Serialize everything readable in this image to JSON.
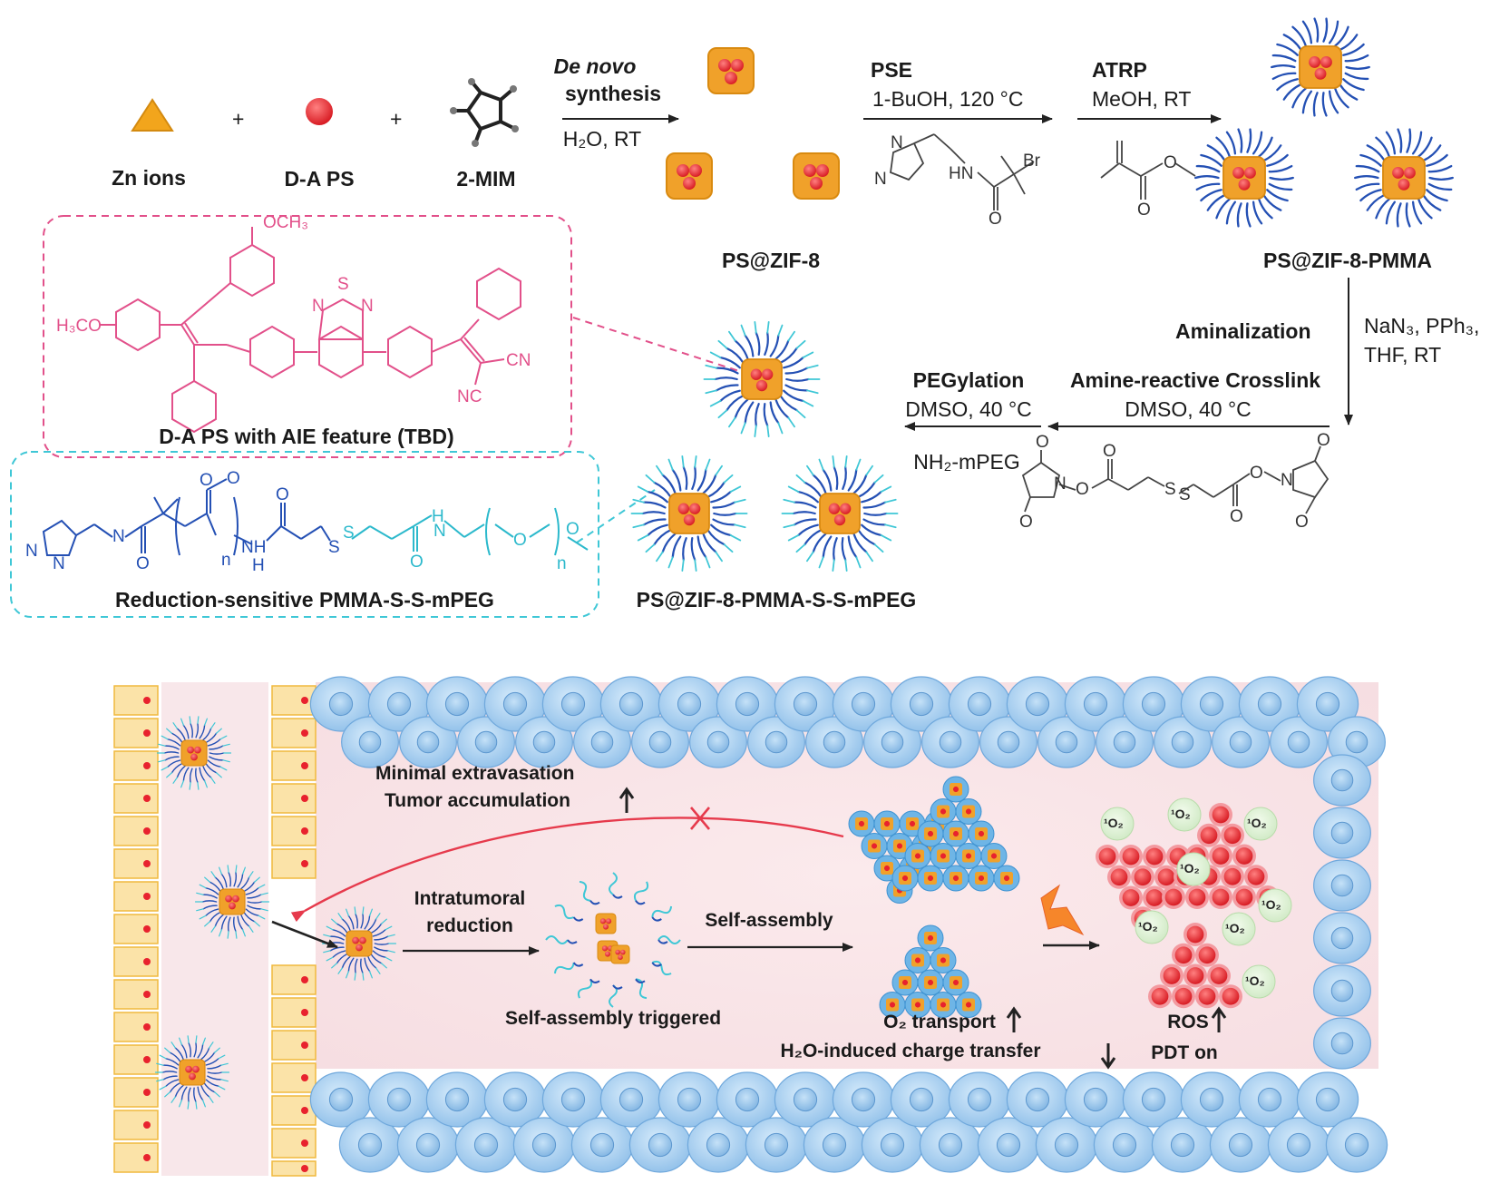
{
  "reactants": {
    "zn_ions": "Zn ions",
    "plus": "+",
    "da_ps": "D-A PS",
    "mim": "2-MIM"
  },
  "step_denovo": {
    "title_italic": "De novo",
    "title": "synthesis",
    "condition": "H₂O, RT"
  },
  "products": {
    "ps_zif8": "PS@ZIF-8",
    "ps_zif8_pmma": "PS@ZIF-8-PMMA",
    "ps_zif8_pmma_ssmpeg": "PS@ZIF-8-PMMA-S-S-mPEG"
  },
  "step_pse": {
    "title": "PSE",
    "condition": "1-BuOH, 120 °C",
    "atoms": {
      "n": "N",
      "hn": "HN",
      "br": "Br",
      "o": "O"
    }
  },
  "step_atrp": {
    "title": "ATRP",
    "condition": "MeOH, RT",
    "atoms": {
      "o1": "O",
      "o2": "O"
    }
  },
  "step_amination": {
    "title": "Aminalization",
    "cond1": "NaN₃, PPh₃,",
    "cond2": "THF, RT"
  },
  "step_crosslink": {
    "title": "Amine-reactive Crosslink",
    "condition": "DMSO, 40 °C",
    "atoms": {
      "o": "O",
      "n": "N",
      "s": "S"
    }
  },
  "step_pegylation": {
    "title": "PEGylation",
    "condition": "DMSO, 40 °C",
    "reagent": "NH₂-mPEG"
  },
  "tbd_box": {
    "caption": "D-A PS with AIE feature (TBD)",
    "atoms": {
      "och3_top": "OCH₃",
      "h3co": "H₃CO",
      "s": "S",
      "n": "N",
      "cn": "CN",
      "nc": "NC"
    }
  },
  "pmma_box": {
    "caption": "Reduction-sensitive PMMA-S-S-mPEG",
    "atoms": {
      "n": "N",
      "o": "O",
      "nh": "NH",
      "h": "H",
      "s": "S",
      "sub_n": "n"
    }
  },
  "tumor": {
    "minimal": "Minimal extravasation",
    "accumulation": "Tumor accumulation",
    "intratumoral": "Intratumoral",
    "reduction": "reduction",
    "self_assembly": "Self-assembly",
    "triggered": "Self-assembly triggered",
    "o2_transport": "O₂ transport",
    "h2o_charge": "H₂O-induced charge transfer",
    "ros": "ROS",
    "pdt_on": "PDT on",
    "singlet_o2": "¹O₂"
  },
  "colors": {
    "pink": "#e2508a",
    "cyan": "#3fc7d6",
    "orange": "#f0a12a",
    "red": "#e8222e",
    "blue": "#2450b4",
    "cell": "#9cc8ee"
  }
}
